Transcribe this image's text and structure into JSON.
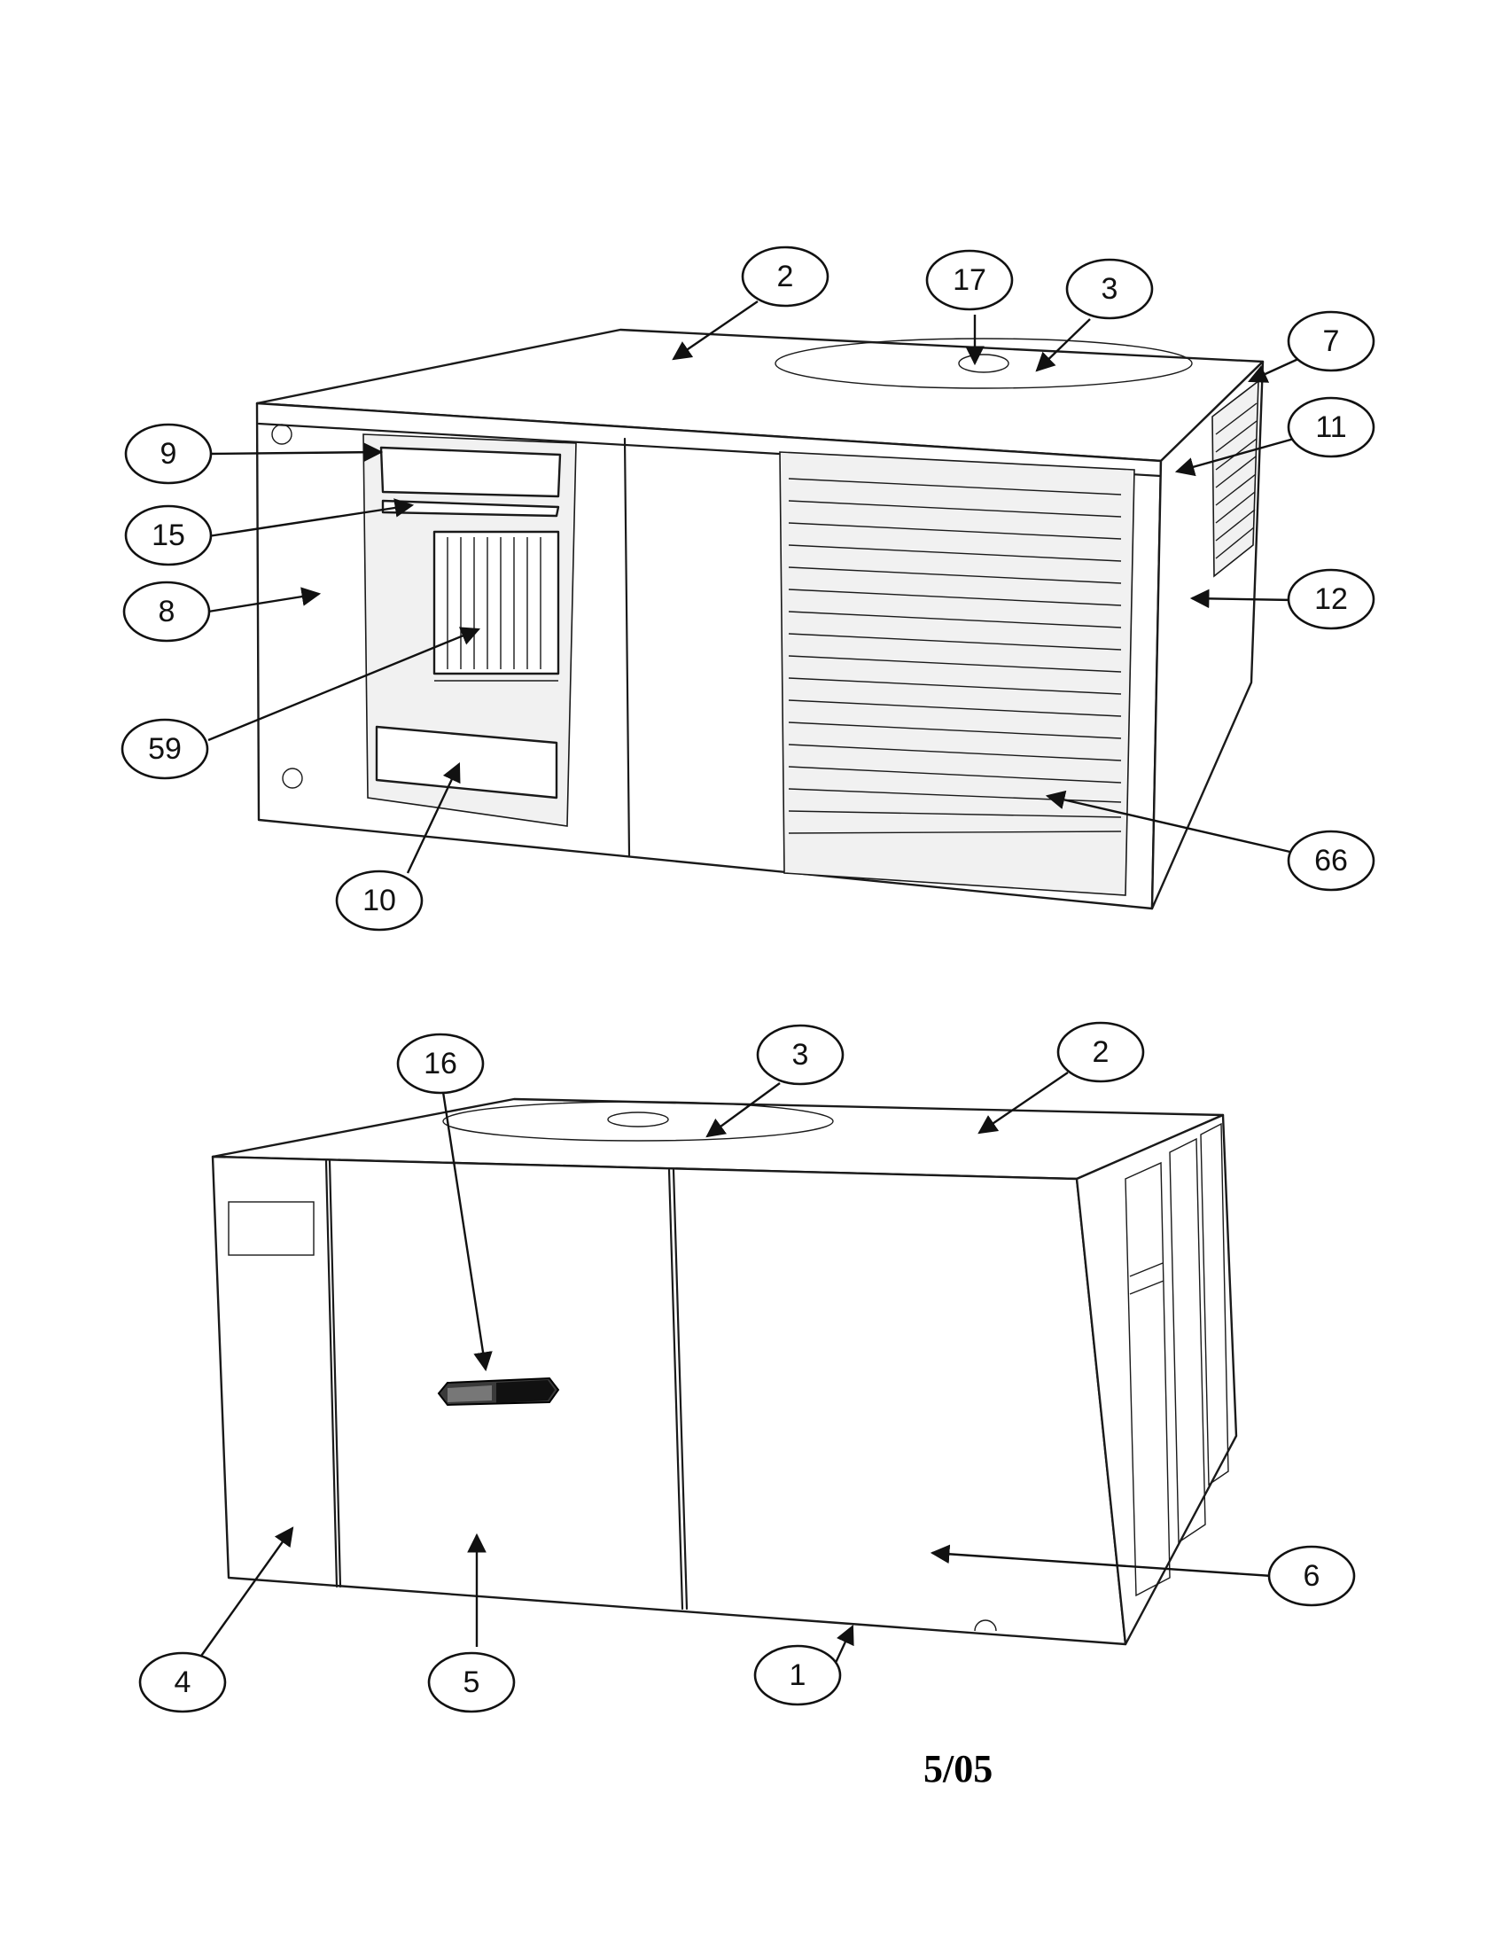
{
  "callouts": {
    "top_unit": [
      "2",
      "17",
      "3",
      "7",
      "9",
      "11",
      "15",
      "8",
      "12",
      "59",
      "10",
      "66"
    ],
    "bottom_unit": [
      "16",
      "3",
      "2",
      "6",
      "4",
      "5",
      "1"
    ]
  },
  "footer": {
    "date": "5/05"
  },
  "colors": {
    "ink": "#1a1a1a",
    "paper": "#ffffff"
  }
}
